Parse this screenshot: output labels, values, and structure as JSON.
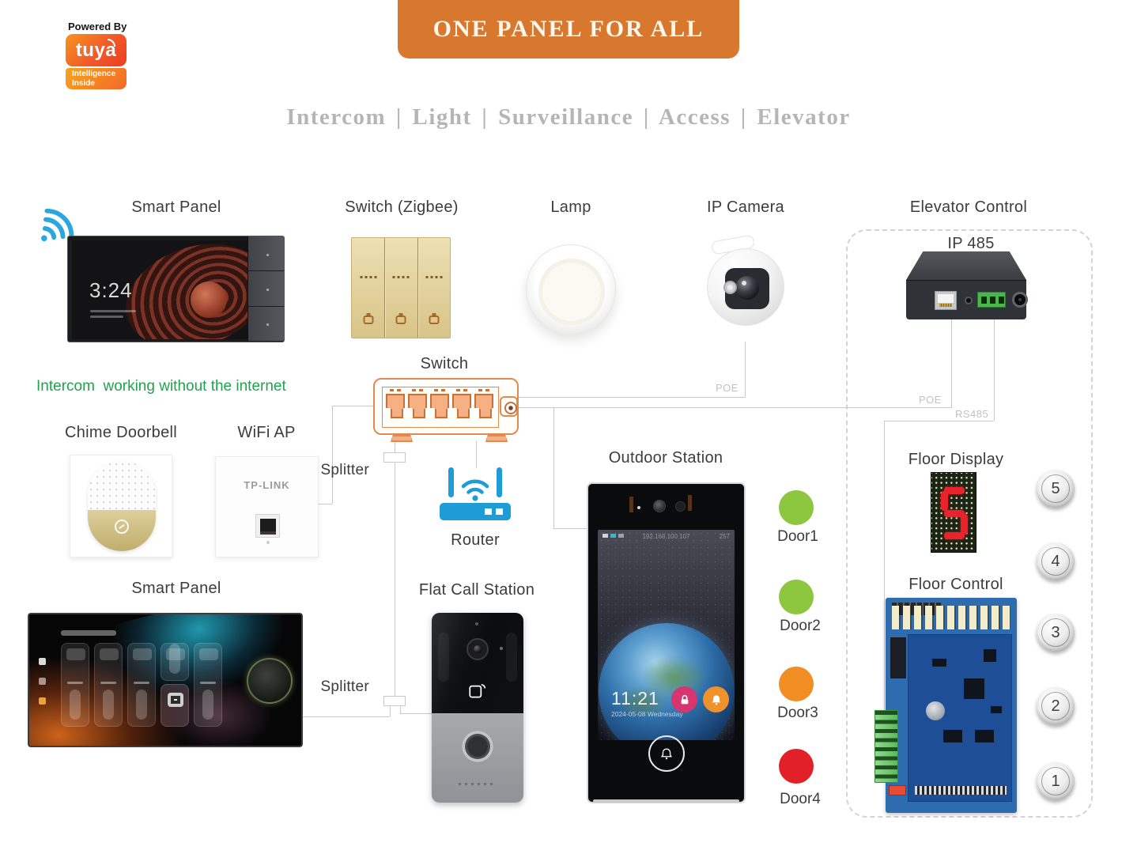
{
  "badge": {
    "powered_by": "Powered By",
    "brand": "tuya",
    "tagline_line1": "Intelligence",
    "tagline_line2": "Inside"
  },
  "banner": {
    "title": "ONE PANEL FOR ALL"
  },
  "subtitle": "Intercom | Light | Surveillance | Access | Elevator",
  "note": "Intercom  working without the internet",
  "labels": {
    "smart_panel_top": "Smart  Panel",
    "switch_zigbee": "Switch (Zigbee)",
    "lamp": "Lamp",
    "ip_camera": "IP Camera",
    "elevator_control": "Elevator Control",
    "ip485": "IP 485",
    "network_switch": "Switch",
    "chime_doorbell": "Chime Doorbell",
    "wifi_ap": "WiFi AP",
    "router": "Router",
    "splitter_top": "Splitter",
    "splitter_bottom": "Splitter",
    "outdoor_station": "Outdoor Station",
    "smart_panel_bottom": "Smart  Panel",
    "flat_call_station": "Flat Call Station",
    "floor_display": "Floor Display",
    "floor_control": "Floor Control"
  },
  "wire_labels": {
    "poe_camera": "POE",
    "poe_ip485": "POE",
    "rs485": "RS485"
  },
  "smart_panel_screen": {
    "time": "3:24"
  },
  "outdoor_station_screen": {
    "ip": "192.168.100.107",
    "badge": "257",
    "time": "11:21",
    "date": "2024-05-08 Wednesday"
  },
  "wifi_ap": {
    "brand": "TP-LINK"
  },
  "doors": [
    {
      "label": "Door1",
      "color": "#8DC63F"
    },
    {
      "label": "Door2",
      "color": "#8DC63F"
    },
    {
      "label": "Door3",
      "color": "#F18E23"
    },
    {
      "label": "Door4",
      "color": "#E22028"
    }
  ],
  "floor_display": {
    "digit": "5"
  },
  "elevator_buttons": [
    {
      "label": "5"
    },
    {
      "label": "4"
    },
    {
      "label": "3"
    },
    {
      "label": "2"
    },
    {
      "label": "1"
    }
  ],
  "icons": {
    "top_left": "wifi-signal-icon",
    "router": "router-wifi-icon",
    "outdoor_lock": "lock-icon",
    "outdoor_bell": "bell-icon",
    "outdoor_ring": "doorbell-icon",
    "call_station_card": "access-card-icon",
    "zigbee_gangs": [
      "appliance-icon",
      "appliance-icon",
      "appliance-icon"
    ]
  },
  "colors": {
    "banner": "#D8772E",
    "note_green": "#21A24C",
    "wire": "#C9C9C9",
    "switch_orange": "#E08A4F",
    "router_blue": "#1E9CD8",
    "wifi_blue": "#29A8E0",
    "door_green": "#8DC63F",
    "door_orange": "#F18E23",
    "door_red": "#E22028",
    "lock_pink": "#D6356F",
    "bell_orange": "#F0922B"
  }
}
